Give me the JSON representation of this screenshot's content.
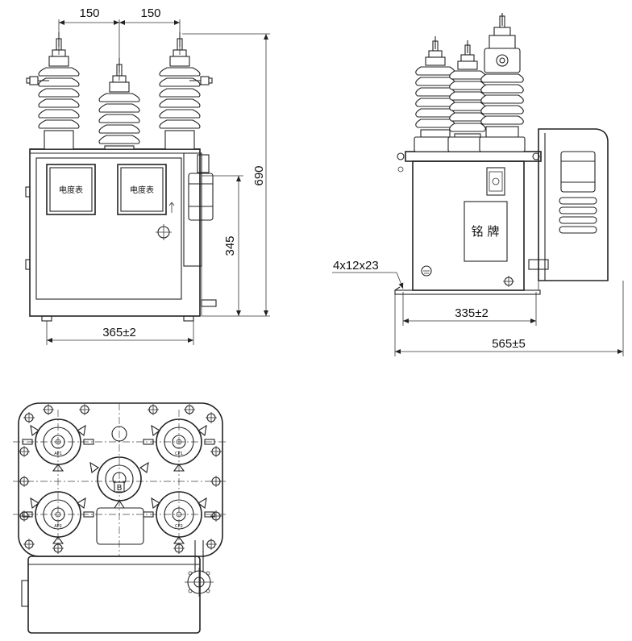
{
  "dimensions": {
    "front_spacing_left": "150",
    "front_spacing_right": "150",
    "front_total_height": "690",
    "front_mount_height": "345",
    "front_base_width": "365±2",
    "side_hole_spec": "4x12x23",
    "side_hole_spacing": "335±2",
    "side_total_width": "565±5"
  },
  "labels": {
    "meter_left": "电度表",
    "meter_right": "电度表",
    "nameplate": "铭 牌",
    "top_center_mark": "B",
    "bushing_ap1": "AP1",
    "bushing_cp1": "CP1",
    "bushing_ap2": "AP2",
    "bushing_cp2": "CP2"
  }
}
